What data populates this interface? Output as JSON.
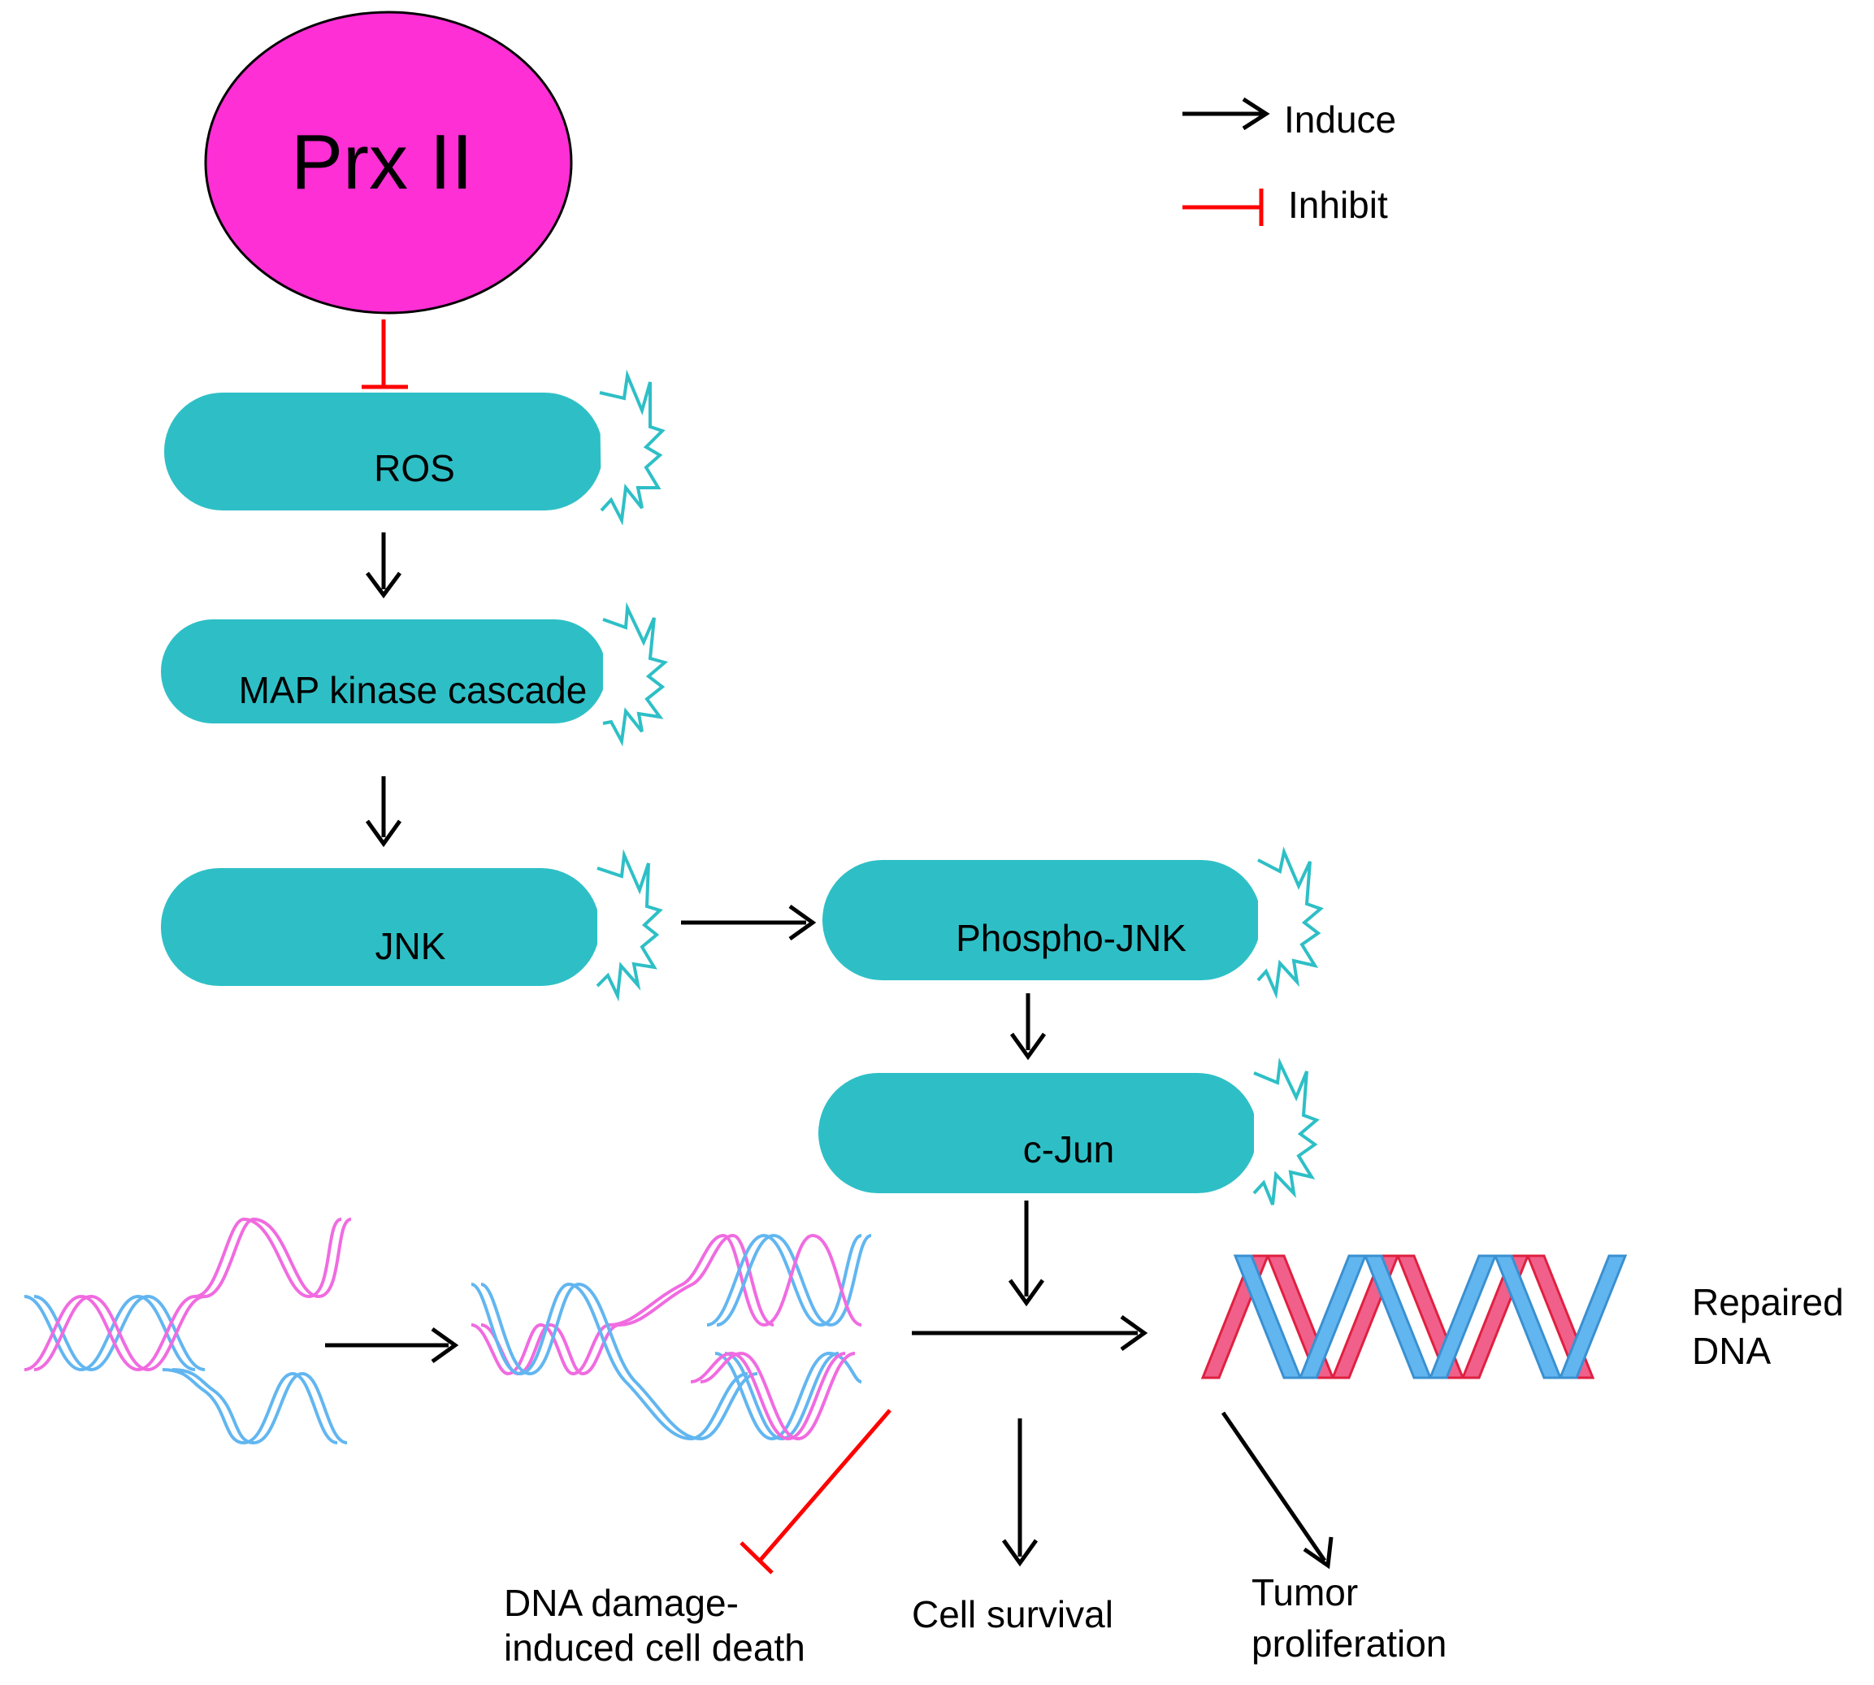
{
  "colors": {
    "node_fill": "#2EBFC6",
    "burst_stroke": "#2EBFC6",
    "prx_fill": "#FF2FD6",
    "induce": "#000000",
    "inhibit": "#FF0000",
    "dna_blue": "#62B6F0",
    "dna_pink": "#F06BE0",
    "dna_red": "#F0608A"
  },
  "legend": {
    "induce_label": "Induce",
    "inhibit_label": "Inhibit"
  },
  "nodes": {
    "prx": "Prx II",
    "ros": "ROS",
    "map": "MAP kinase cascade",
    "jnk": "JNK",
    "pjnk": "Phospho-JNK",
    "cjun": "c-Jun"
  },
  "outcomes": {
    "repaired_line1": "Repaired",
    "repaired_line2": "DNA",
    "death_line1": "DNA damage-",
    "death_line2": "induced cell death",
    "survival": "Cell survival",
    "tumor_line1": "Tumor",
    "tumor_line2": "proliferation"
  }
}
